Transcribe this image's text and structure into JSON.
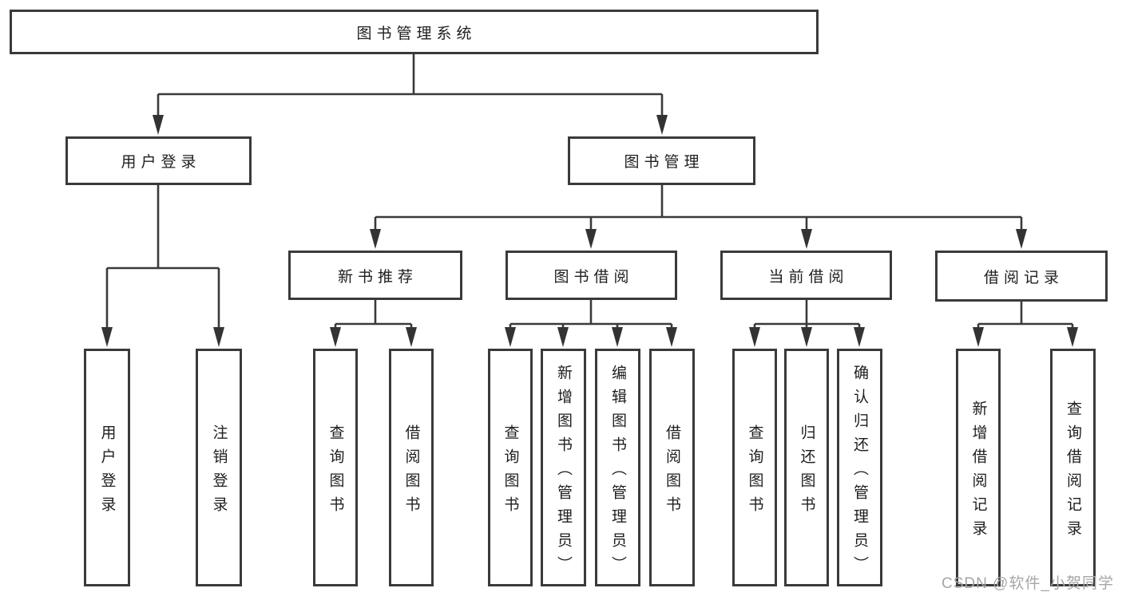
{
  "diagram": {
    "root": {
      "label": "图书管理系统"
    },
    "branches": [
      {
        "label": "用户登录",
        "children": [
          {
            "label": "用户登录"
          },
          {
            "label": "注销登录"
          }
        ]
      },
      {
        "label": "图书管理",
        "children": [
          {
            "label": "新书推荐",
            "children": [
              {
                "label": "查询图书"
              },
              {
                "label": "借阅图书"
              }
            ]
          },
          {
            "label": "图书借阅",
            "children": [
              {
                "label": "查询图书"
              },
              {
                "label": "新增图书（管理员）"
              },
              {
                "label": "编辑图书（管理员）"
              },
              {
                "label": "借阅图书"
              }
            ]
          },
          {
            "label": "当前借阅",
            "children": [
              {
                "label": "查询图书"
              },
              {
                "label": "归还图书"
              },
              {
                "label": "确认归还（管理员）"
              }
            ]
          },
          {
            "label": "借阅记录",
            "children": [
              {
                "label": "新增借阅记录"
              },
              {
                "label": "查询借阅记录"
              }
            ]
          }
        ]
      }
    ]
  },
  "watermark": {
    "text": "CSDN @软件_小贺同学",
    "color": "#a6a6a6"
  },
  "colors": {
    "background": "#ffffff",
    "box_fill": "#ffffff",
    "box_border": "#3a3a3a",
    "connector_line": "#3a3a3a",
    "text": "#1e1e1e"
  }
}
